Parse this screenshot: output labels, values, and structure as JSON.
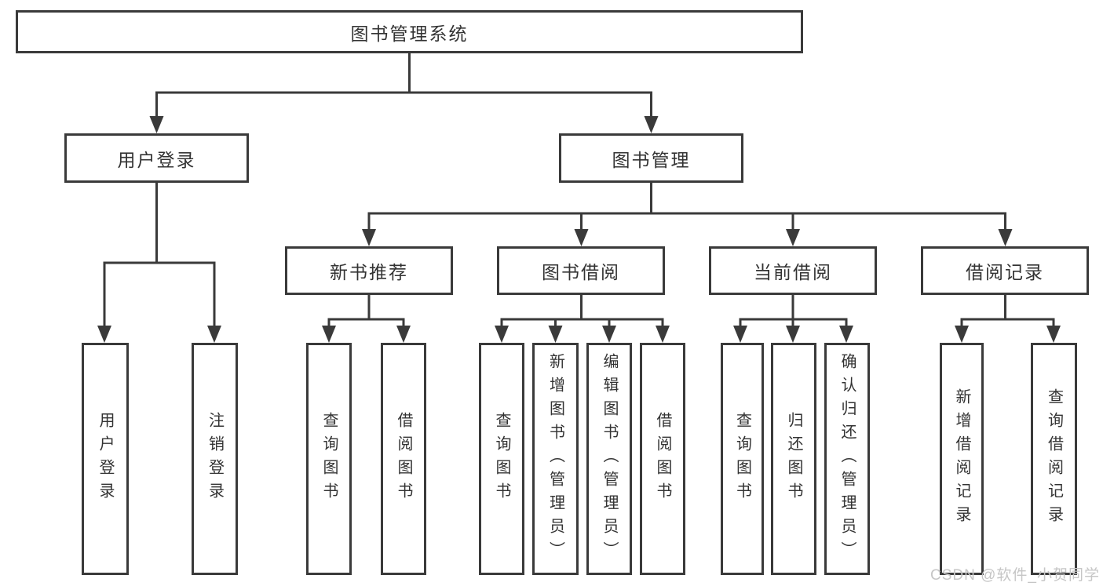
{
  "diagram_title": "图书管理系统",
  "tree": {
    "root": {
      "label": "图书管理系统"
    },
    "level2": [
      {
        "label": "用户登录",
        "children": [
          {
            "label": "用户登录"
          },
          {
            "label": "注销登录"
          }
        ]
      },
      {
        "label": "图书管理",
        "children": [
          {
            "label": "新书推荐",
            "children": [
              {
                "label": "查询图书"
              },
              {
                "label": "借阅图书"
              }
            ]
          },
          {
            "label": "图书借阅",
            "children": [
              {
                "label": "查询图书"
              },
              {
                "label": "新增图书（管理员）"
              },
              {
                "label": "编辑图书（管理员）"
              },
              {
                "label": "借阅图书"
              }
            ]
          },
          {
            "label": "当前借阅",
            "children": [
              {
                "label": "查询图书"
              },
              {
                "label": "归还图书"
              },
              {
                "label": "确认归还（管理员）"
              }
            ]
          },
          {
            "label": "借阅记录",
            "children": [
              {
                "label": "新增借阅记录"
              },
              {
                "label": "查询借阅记录"
              }
            ]
          }
        ]
      }
    ]
  },
  "watermark": {
    "text": "CSDN @软件_小贺同学"
  },
  "colors": {
    "line": "#3a3a3a",
    "box_border": "#3a3a3a",
    "box_fill": "#ffffff",
    "text": "#333333",
    "watermark": "#c6c6c6",
    "background": "#ffffff"
  }
}
